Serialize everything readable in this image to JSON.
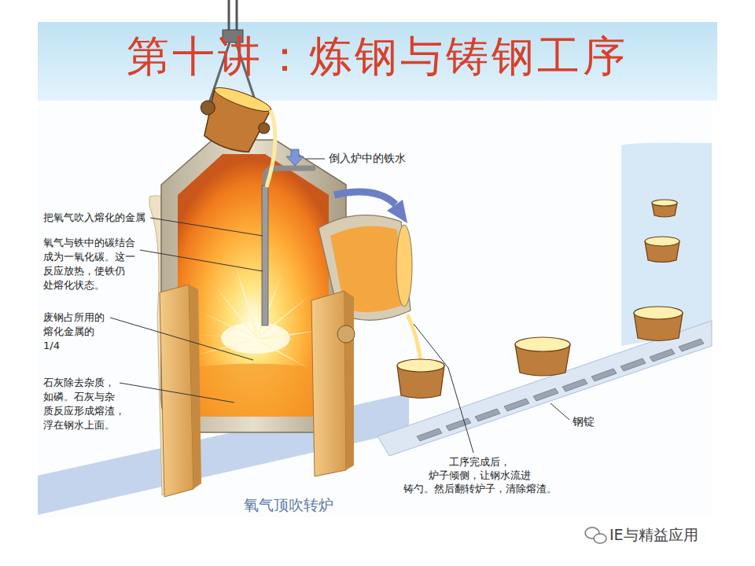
{
  "diagram": {
    "title": "第十讲：炼钢与铸钢工序",
    "caption": "氧气顶吹转炉",
    "labels": [
      "倒入炉中的铁水",
      "把氧气吹入熔化的金属",
      "氧气与铁中的碳结合 成为一氧化碳。这一 反应放热，使铁仍 处熔化状态。",
      "废钢占所用的 熔化金属的 1/4",
      "石灰除去杂质， 如磷。石灰与杂 质反应形成熔渣， 浮在钢水上面。",
      "工序完成后， 炉子倾侧，让钢水流进 铸勺。然后翻转炉子，清除熔渣。",
      "钢锭",
      "IE与精益应用"
    ]
  }
}
